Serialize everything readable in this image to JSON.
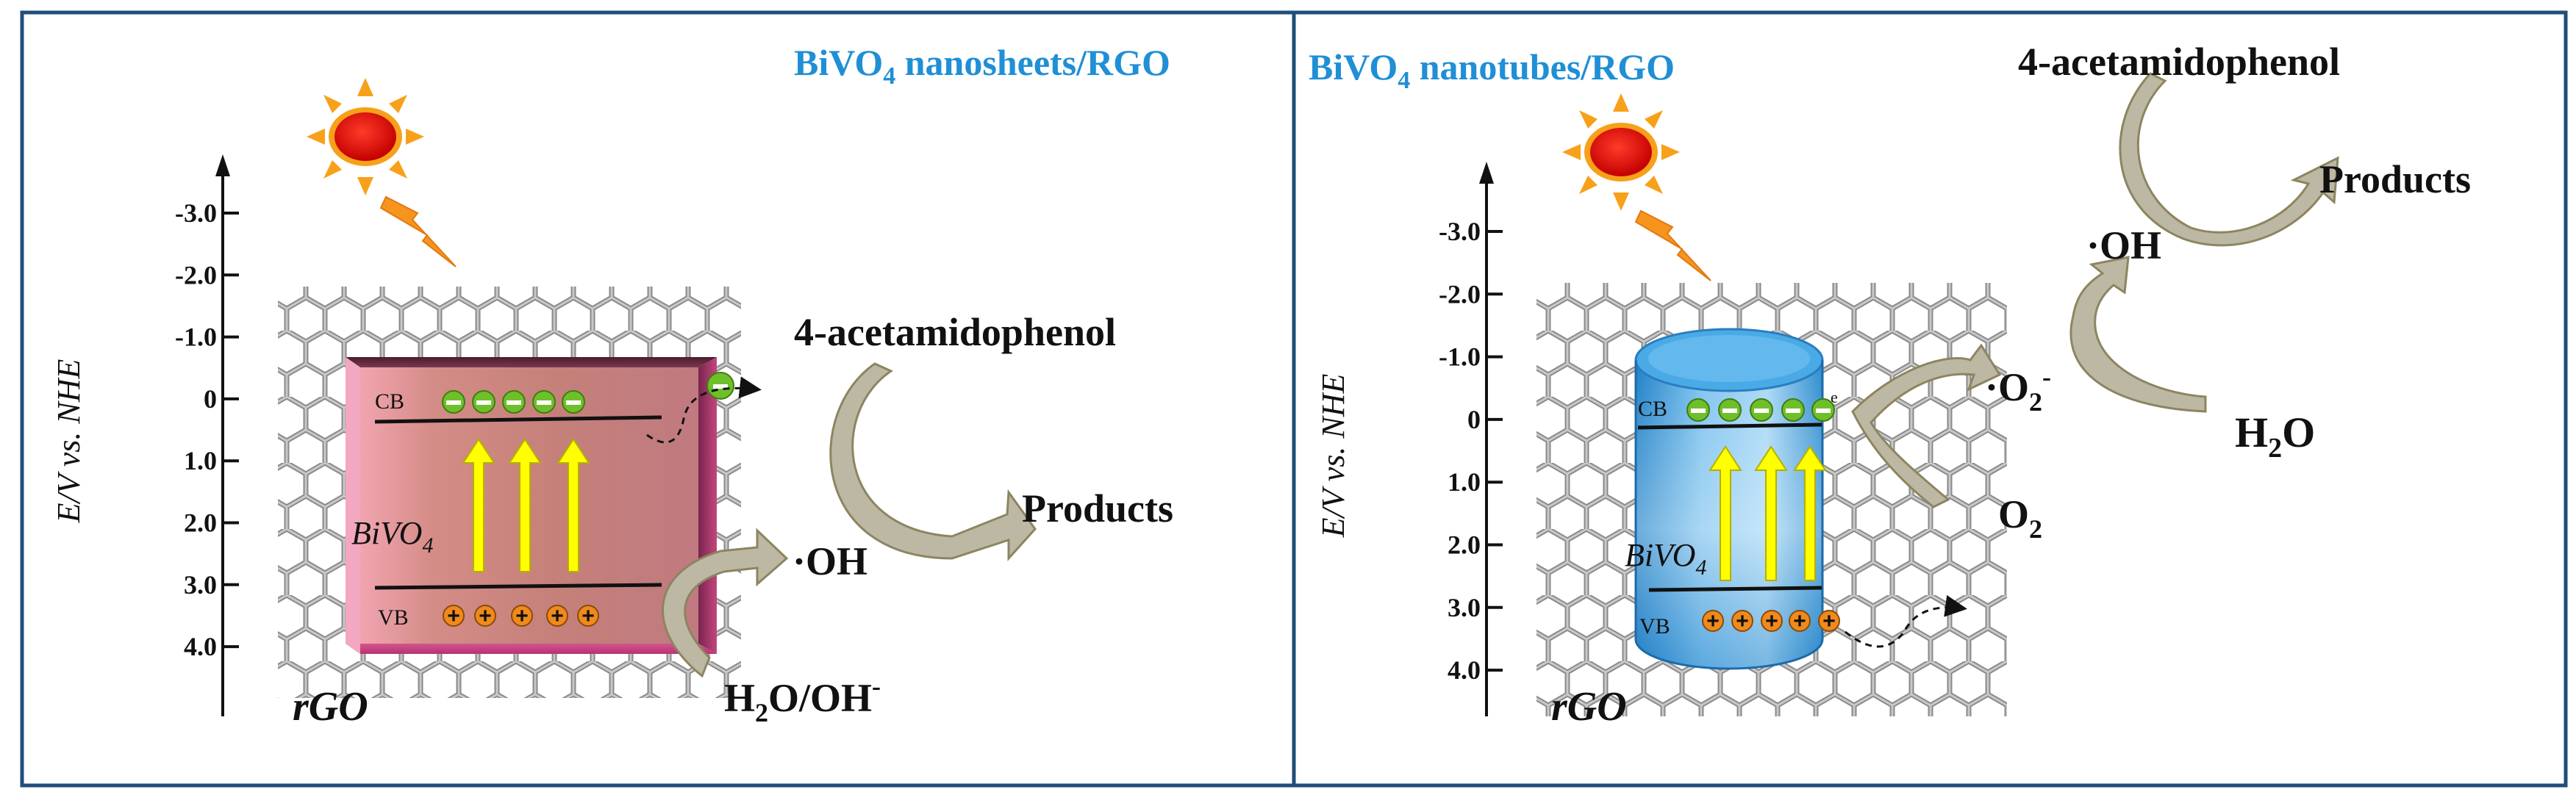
{
  "left_panel": {
    "title": {
      "base": "BiVO",
      "sub": "4",
      "rest": " nanosheets/RGO"
    },
    "axis_label": "E/V vs. NHE",
    "ticks": [
      "-3.0",
      "-2.0",
      "-1.0",
      "0",
      "1.0",
      "2.0",
      "3.0",
      "4.0"
    ],
    "substrate_label": "rGO",
    "semiconductor": {
      "base": "BiVO",
      "sub": "4"
    },
    "cb_label": "CB",
    "vb_label": "VB",
    "electron_sign": "e",
    "hole_sign": "+",
    "reactant": "4-acetamidophenol",
    "products": "Products",
    "radical": "·OH",
    "water": {
      "a": "H",
      "sub": "2",
      "b": "O/OH",
      "sup": "-"
    }
  },
  "right_panel": {
    "title": {
      "base": "BiVO",
      "sub": "4",
      "rest": " nanotubes/RGO"
    },
    "axis_label": "E/V vs. NHE",
    "ticks": [
      "-3.0",
      "-2.0",
      "-1.0",
      "0",
      "1.0",
      "2.0",
      "3.0",
      "4.0"
    ],
    "substrate_label": "rGO",
    "semiconductor": {
      "base": "BiVO",
      "sub": "4"
    },
    "cb_label": "CB",
    "vb_label": "VB",
    "electron_sign": "e",
    "hole_sign": "+",
    "reactant": "4-acetamidophenol",
    "products": "Products",
    "radical": "·OH",
    "superoxide": {
      "base": "·O",
      "sub": "2",
      "sup": "-"
    },
    "oxygen": {
      "base": "O",
      "sub": "2"
    },
    "water": {
      "a": "H",
      "sub": "2",
      "b": "O"
    }
  },
  "colors": {
    "frame": "#1f4e79",
    "title": "#1f8fd6",
    "electron": "#6fbf2a",
    "hole": "#f08a1c",
    "arrow_up": "#ffff00",
    "sun": "#e30000",
    "bolt": "#f7941d",
    "curved_arrow": "#bdb8a4"
  }
}
